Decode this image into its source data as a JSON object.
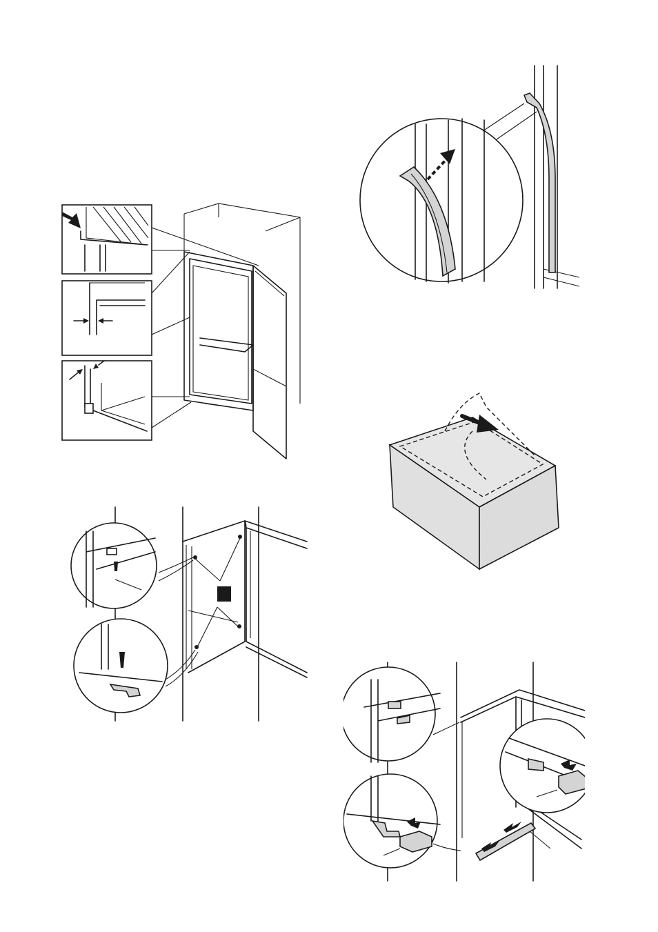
{
  "document": {
    "type": "installation illustrations",
    "figures": [
      {
        "id": "fig-door-alignment",
        "description_icons": [
          "detail-cabinet-top",
          "detail-gap-side",
          "detail-gap-bottom"
        ]
      },
      {
        "id": "fig-seal-strip",
        "description_icons": [
          "seal-profile",
          "insert-arrow"
        ]
      },
      {
        "id": "fig-screw-fixing",
        "description_icons": [
          "top-screw-detail",
          "bottom-hinge-screw-detail"
        ]
      },
      {
        "id": "fig-protective-film",
        "description_icons": [
          "film-peel-arrow"
        ]
      },
      {
        "id": "fig-cover-caps",
        "description_icons": [
          "top-cap-detail",
          "left-cap-detail",
          "right-cap-detail"
        ]
      }
    ],
    "colors": {
      "line": "#1a1a1a",
      "shade": "#d4d4d4",
      "background": "#ffffff"
    }
  }
}
